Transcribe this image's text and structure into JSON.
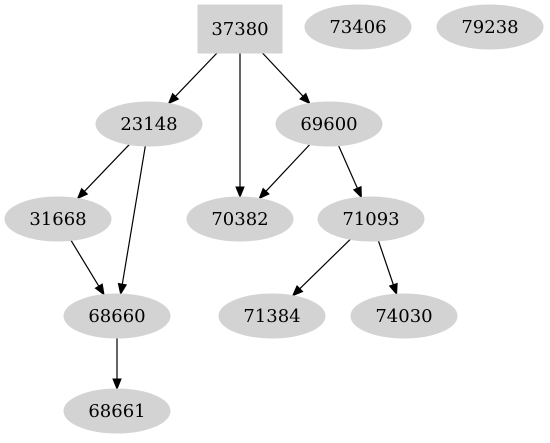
{
  "nodes": [
    {
      "id": "37380",
      "label": "37380",
      "shape": "box"
    },
    {
      "id": "73406",
      "label": "73406",
      "shape": "ellipse"
    },
    {
      "id": "79238",
      "label": "79238",
      "shape": "ellipse"
    },
    {
      "id": "23148",
      "label": "23148",
      "shape": "ellipse"
    },
    {
      "id": "69600",
      "label": "69600",
      "shape": "ellipse"
    },
    {
      "id": "31668",
      "label": "31668",
      "shape": "ellipse"
    },
    {
      "id": "70382",
      "label": "70382",
      "shape": "ellipse"
    },
    {
      "id": "71093",
      "label": "71093",
      "shape": "ellipse"
    },
    {
      "id": "68660",
      "label": "68660",
      "shape": "ellipse"
    },
    {
      "id": "71384",
      "label": "71384",
      "shape": "ellipse"
    },
    {
      "id": "74030",
      "label": "74030",
      "shape": "ellipse"
    },
    {
      "id": "68661",
      "label": "68661",
      "shape": "ellipse"
    }
  ],
  "edges": [
    {
      "from": "37380",
      "to": "23148"
    },
    {
      "from": "37380",
      "to": "70382"
    },
    {
      "from": "37380",
      "to": "69600"
    },
    {
      "from": "23148",
      "to": "31668"
    },
    {
      "from": "23148",
      "to": "68660"
    },
    {
      "from": "69600",
      "to": "70382"
    },
    {
      "from": "69600",
      "to": "71093"
    },
    {
      "from": "31668",
      "to": "68660"
    },
    {
      "from": "71093",
      "to": "71384"
    },
    {
      "from": "71093",
      "to": "74030"
    },
    {
      "from": "68660",
      "to": "68661"
    }
  ],
  "colors": {
    "node_fill": "#d3d3d3",
    "edge": "#000000",
    "label": "#000000",
    "background": "#ffffff"
  }
}
